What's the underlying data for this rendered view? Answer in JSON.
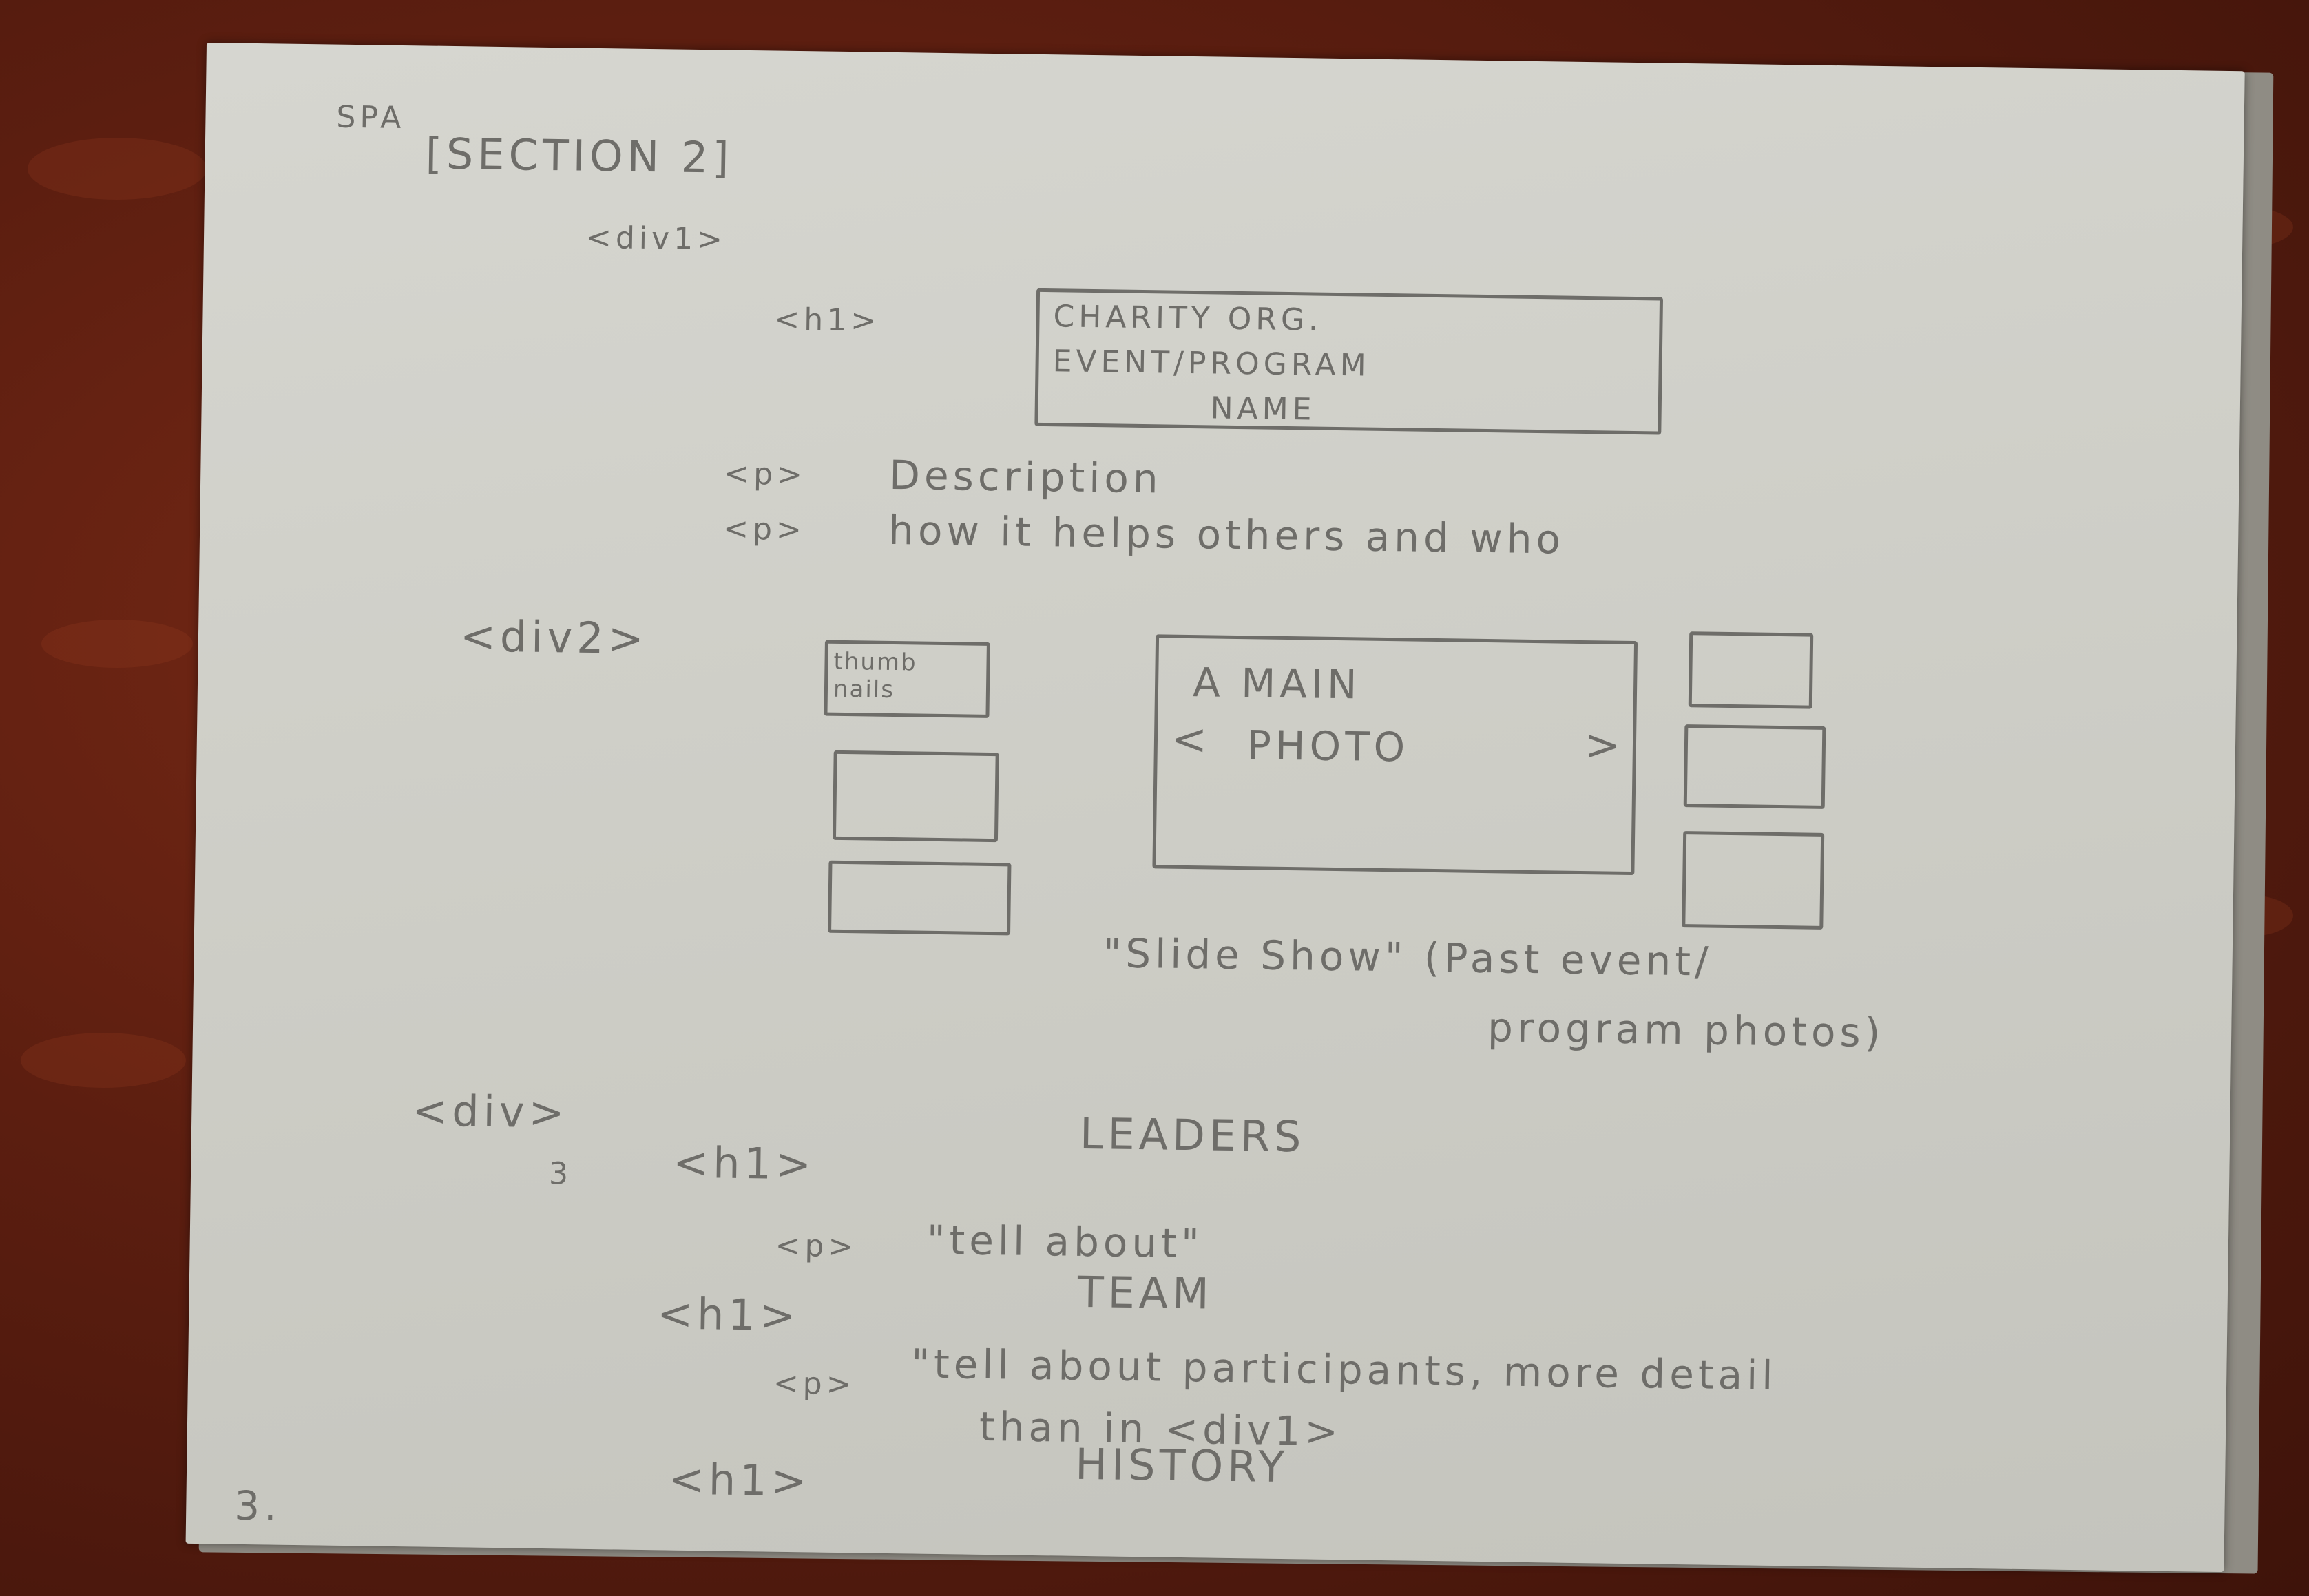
{
  "sketch": {
    "page_label": "SPA",
    "section_label": "[SECTION 2]",
    "div1_tag": "<div1>",
    "div1_h1_tag": "<h1>",
    "title_box_lines": [
      "CHARITY ORG.",
      "EVENT/PROGRAM",
      "NAME"
    ],
    "p1_tag": "<p>",
    "p1_text": "Description",
    "p2_tag": "<p>",
    "p2_text": "how it helps others and who",
    "div2_tag": "<div2>",
    "thumbnails_label": "thumb nails",
    "main_photo_lines": [
      "A MAIN",
      "PHOTO"
    ],
    "arrow_left": "<",
    "arrow_right": ">",
    "slideshow_note_line1": "\"Slide Show\" (Past event/",
    "slideshow_note_line2": "program photos)",
    "div3_tag": "<div>",
    "div3_number": "3",
    "leaders_h1_tag": "<h1>",
    "leaders_text": "LEADERS",
    "leaders_p_tag": "<p>",
    "leaders_p_text": "\"tell about\"",
    "team_h1_tag": "<h1>",
    "team_text": "TEAM",
    "team_p_tag": "<p>",
    "team_p_text_line1": "\"tell about participants, more detail",
    "team_p_text_line2": "than in <div1>",
    "history_h1_tag": "<h1>",
    "history_text": "HISTORY",
    "page_number": "3."
  }
}
